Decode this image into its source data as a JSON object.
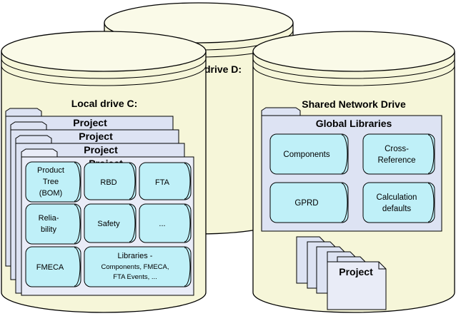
{
  "colors": {
    "drive_fill": "#f6f6d9",
    "drive_top": "#fafae8",
    "folder_fill": "#dde3f3",
    "folder_front": "#e9ecf7",
    "cylinder_fill": "#bff0f8",
    "outline": "#000000"
  },
  "drives": {
    "back": {
      "label": "drive D:"
    },
    "local": {
      "label": "Local drive C:"
    },
    "shared": {
      "label": "Shared Network Drive"
    }
  },
  "local_projects": {
    "stack_labels": [
      "Project",
      "Project",
      "Project"
    ],
    "front_label": "Project",
    "modules": [
      {
        "lines": [
          "Product",
          "Tree",
          "(BOM)"
        ]
      },
      {
        "lines": [
          "RBD"
        ]
      },
      {
        "lines": [
          "FTA"
        ]
      },
      {
        "lines": [
          "Relia-",
          "bility"
        ]
      },
      {
        "lines": [
          "Safety"
        ]
      },
      {
        "lines": [
          "..."
        ]
      },
      {
        "lines": [
          "FMECA"
        ]
      },
      {
        "lines": [
          "Libraries -",
          "Components, FMECA,",
          "FTA Events, ..."
        ]
      }
    ]
  },
  "global_libraries": {
    "title": "Global Libraries",
    "items": [
      {
        "lines": [
          "Components"
        ]
      },
      {
        "lines": [
          "Cross-",
          "Reference"
        ]
      },
      {
        "lines": [
          "GPRD"
        ]
      },
      {
        "lines": [
          "Calculation",
          "defaults"
        ]
      }
    ]
  },
  "shared_projects": {
    "front_label": "Project"
  }
}
